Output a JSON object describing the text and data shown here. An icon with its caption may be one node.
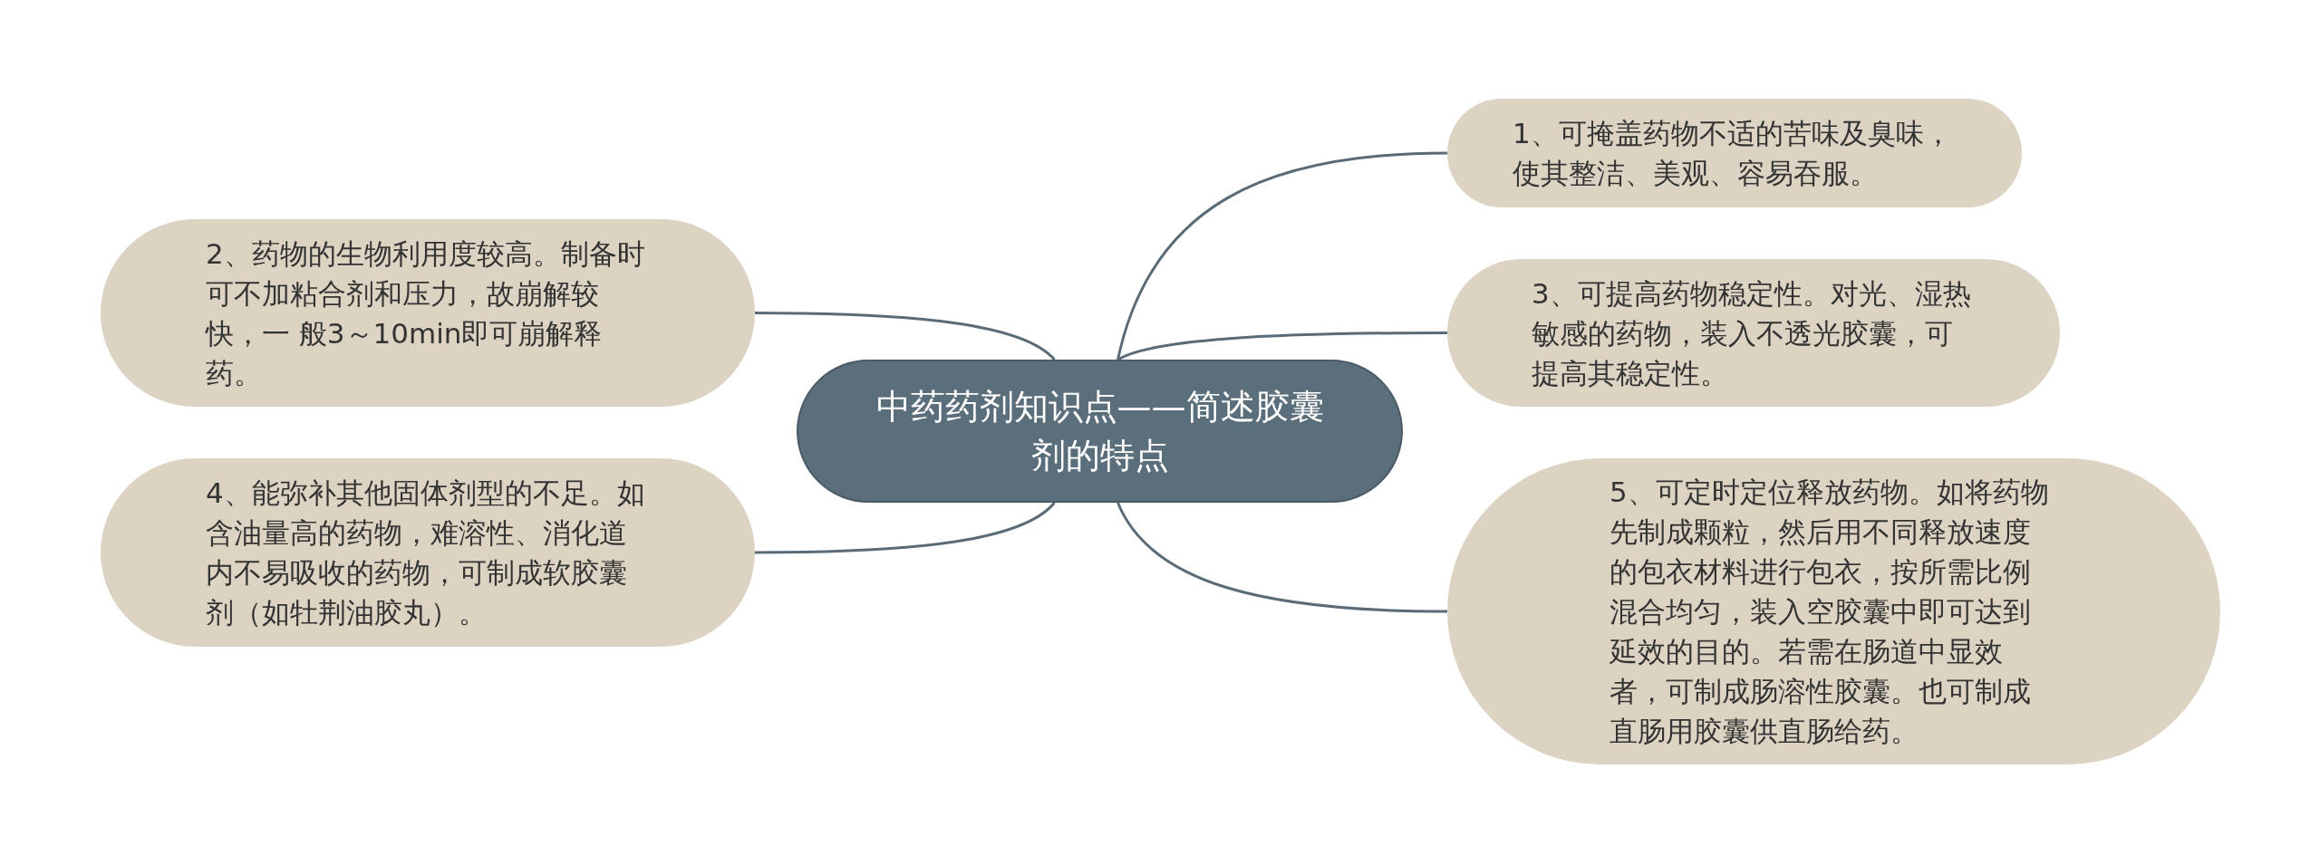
{
  "diagram": {
    "nodes": [
      {
        "text": [
          "中药药剂知识点——简述胶囊剂的特点"
        ]
      },
      {
        "text": [
          "1、可掩盖药物不适的苦味及臭味，使其整洁、美观、容易吞服。"
        ]
      },
      {
        "text": [
          "2、药物的生物利用度较高。制备时可不加粘合剂和压力，故崩解较快，一 般3～10min即可崩解释药。"
        ]
      },
      {
        "text": [
          "3、可提高药物稳定性。对光、湿热敏感的药物，装入不透光胶囊，可提高其稳定性。"
        ]
      },
      {
        "text": [
          "4、能弥补其他固体剂型的不足。如含油量高的药物，难溶性、消化道内不易吸收的药物，可制成软胶囊剂（如牡荆油胶丸）。"
        ]
      },
      {
        "text": [
          "5、可定时定位释放药物。如将药物先制成颗粒，然后用不同释放速度的包衣材料进行包衣，按所需比例混合均匀，装入空胶囊中即可达到延效的目的。若需在肠道中显效者，可制成肠溶性胶囊。也可制成直肠用胶囊供直肠给药。"
        ]
      }
    ],
    "edges": [
      {
        "from": 0,
        "to": 1,
        "arrow": "none"
      },
      {
        "from": 0,
        "to": 2,
        "arrow": "none"
      },
      {
        "from": 0,
        "to": 3,
        "arrow": "none"
      },
      {
        "from": 0,
        "to": 4,
        "arrow": "none"
      },
      {
        "from": 0,
        "to": 5,
        "arrow": "none"
      }
    ]
  }
}
